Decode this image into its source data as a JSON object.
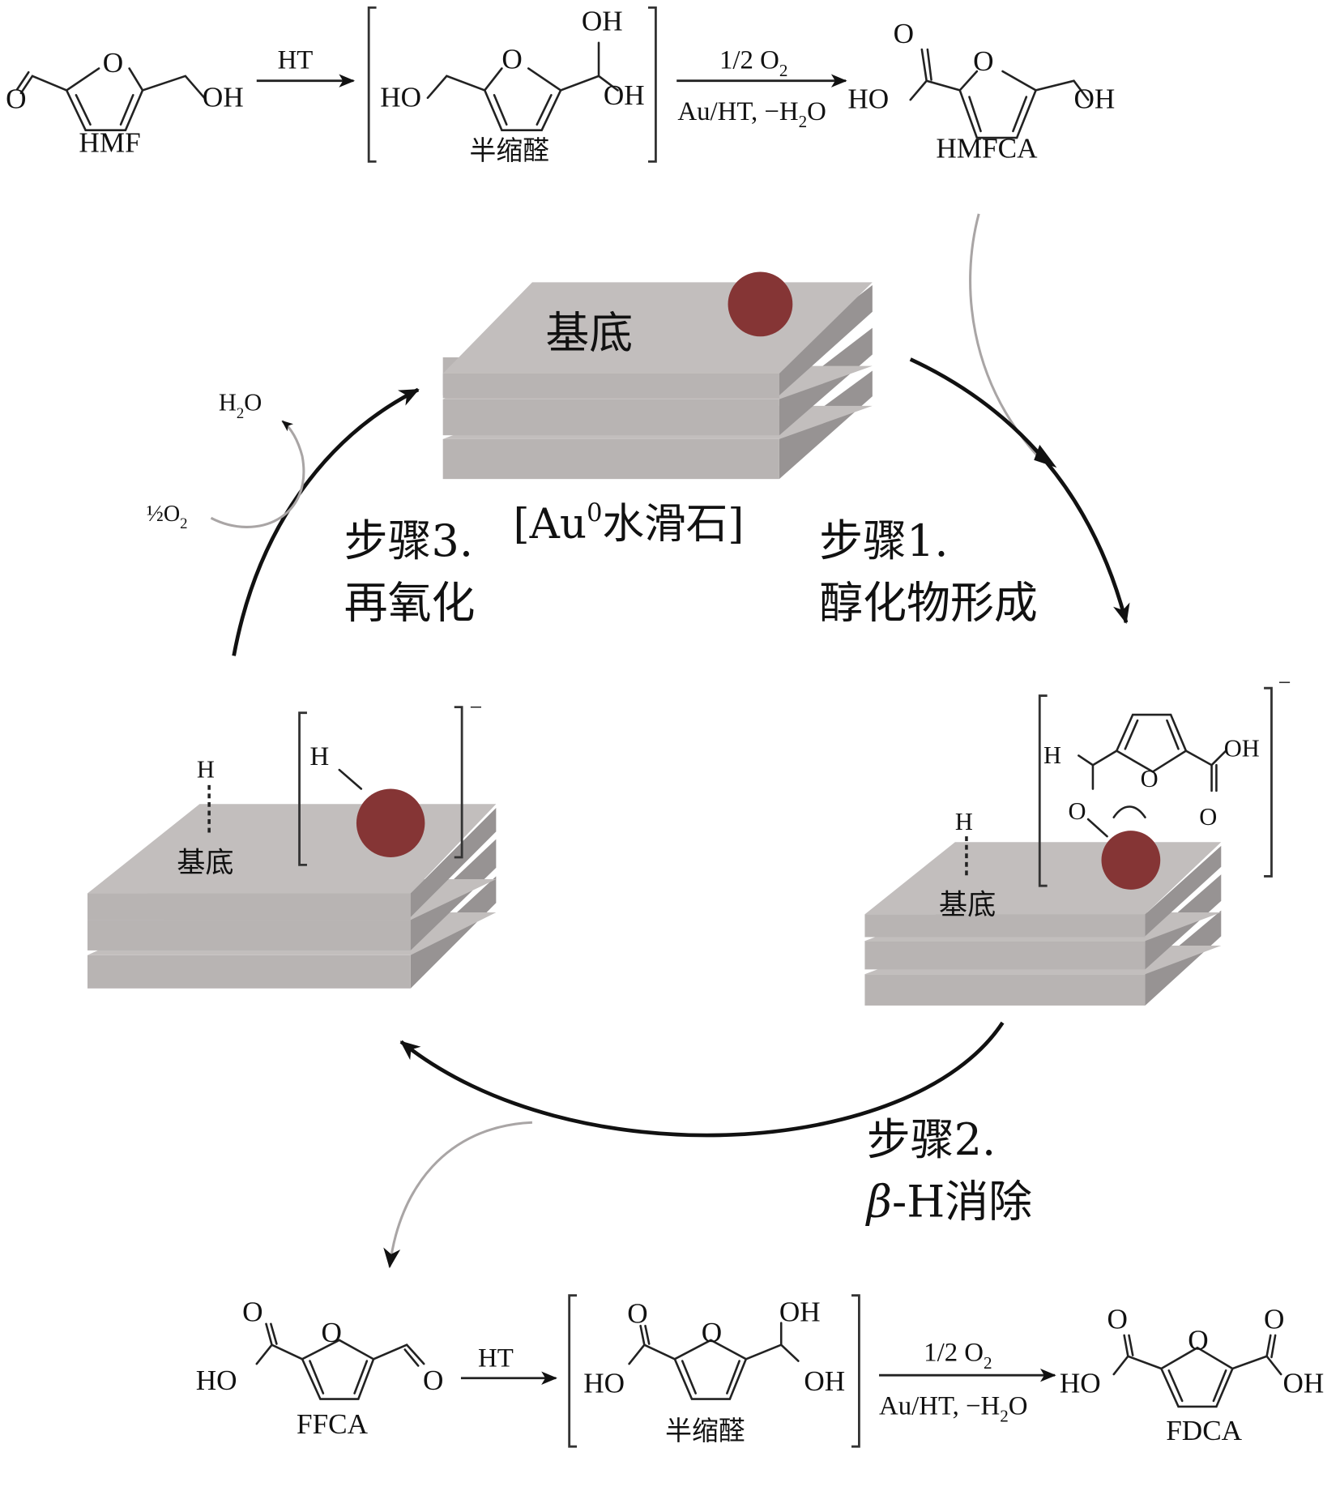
{
  "figure": {
    "type": "catalytic cycle reaction scheme",
    "colors": {
      "au_particle": "#853535",
      "layer_top": "#c2bebd",
      "layer_front": "#b8b4b3",
      "layer_side": "#979393",
      "cycle_arrow": "#111111",
      "side_arrow": "#a9a5a5"
    }
  },
  "top_reaction": {
    "reactant": {
      "name": "HMF",
      "labels": {
        "aldehyde_o": "O",
        "ring_o": "O",
        "oh": "OH"
      }
    },
    "arrow1": {
      "above": "HT"
    },
    "intermediate": {
      "name": "半缩醛",
      "labels": {
        "ho": "HO",
        "ring_o": "O",
        "oh_top": "OH",
        "oh_bottom": "OH"
      }
    },
    "arrow2": {
      "above_prefix": "1/2  O",
      "above_sub": "2",
      "below_prefix": "Au/HT, −H",
      "below_sub": "2",
      "below_suffix": "O"
    },
    "product": {
      "name": "HMFCA",
      "labels": {
        "carbonyl_o": "O",
        "ring_o": "O",
        "ho": "HO",
        "oh": "OH"
      }
    }
  },
  "cycle": {
    "catalyst": {
      "substrate_label": "基底",
      "caption_prefix": "[Au",
      "caption_sup": "0",
      "caption_suffix": "水滑石]"
    },
    "step1": {
      "line1": "步骤1.",
      "line2": "醇化物形成"
    },
    "step2": {
      "line1": "步骤2.",
      "line2_beta": "β",
      "line2_rest": "-H消除"
    },
    "step3": {
      "line1": "步骤3.",
      "line2": "再氧化"
    },
    "reoxidation": {
      "o2_prefix": "½O",
      "o2_sub": "2",
      "h2o_prefix": "H",
      "h2o_sub": "2",
      "h2o_suffix": "O"
    },
    "alkoxide_complex": {
      "surface_h": "H",
      "substrate_label": "基底",
      "labels": {
        "h": "H",
        "ring_o": "O",
        "oh": "OH",
        "alkoxide_o": "O",
        "carbonyl_o": "O"
      },
      "charge": "−"
    },
    "hydride_complex": {
      "surface_h": "H",
      "substrate_label": "基底",
      "au_h": "H",
      "charge": "−"
    }
  },
  "bottom_reaction": {
    "reactant": {
      "name": "FFCA",
      "labels": {
        "carbonyl_o": "O",
        "ring_o": "O",
        "ho": "HO",
        "aldehyde_o": "O"
      }
    },
    "arrow1": {
      "above": "HT"
    },
    "intermediate": {
      "name": "半缩醛",
      "labels": {
        "carbonyl_o": "O",
        "ring_o": "O",
        "ho": "HO",
        "oh_top": "OH",
        "oh_bottom": "OH"
      }
    },
    "arrow2": {
      "above_prefix": "1/2 O",
      "above_sub": "2",
      "below_prefix": "Au/HT, −H",
      "below_sub": "2",
      "below_suffix": "O"
    },
    "product": {
      "name": "FDCA",
      "labels": {
        "carbonyl_o_left": "O",
        "ring_o": "O",
        "ho": "HO",
        "carbonyl_o_right": "O",
        "oh": "OH"
      }
    }
  }
}
